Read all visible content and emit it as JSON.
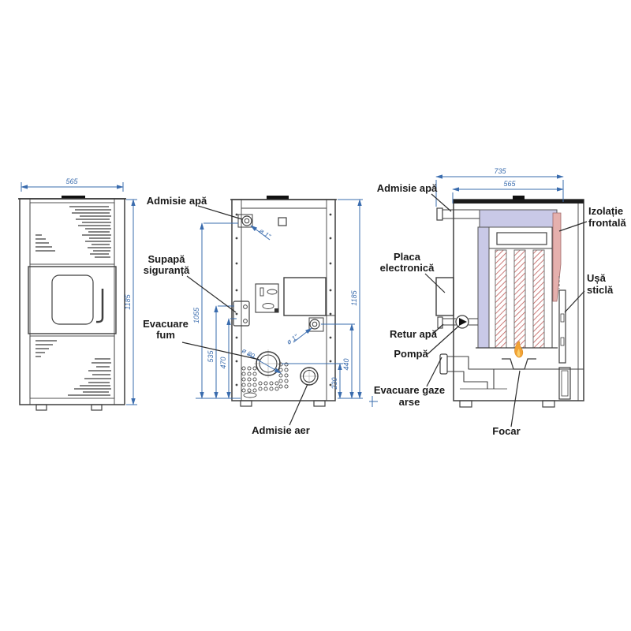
{
  "front_view": {
    "dim_width": "565",
    "dim_height": "1185"
  },
  "rear_view": {
    "label_water_inlet": "Admisie apă",
    "label_safety_valve_line1": "Supapă",
    "label_safety_valve_line2": "siguranță",
    "label_smoke_outlet_line1": "Evacuare",
    "label_smoke_outlet_line2": "fum",
    "label_air_inlet": "Admisie aer",
    "dim_1055": "1055",
    "dim_535": "535",
    "dim_470": "470",
    "dim_1185": "1185",
    "dim_440": "440",
    "dim_230": "230",
    "ann_top_fitting": "ø 1\"",
    "ann_side_fitting": "ø 1\"",
    "ann_flue": "ø 80"
  },
  "section_view": {
    "dim_depth_total": "735",
    "dim_depth_body": "565",
    "label_water_inlet": "Admisie apă",
    "label_board_line1": "Placa",
    "label_board_line2": "electronică",
    "label_return": "Retur apă",
    "label_pump": "Pompă",
    "label_exhaust_line1": "Evacuare gaze",
    "label_exhaust_line2": "arse",
    "label_insulation_line1": "Izolație",
    "label_insulation_line2": "frontală",
    "label_glass_door_line1": "Ușă",
    "label_glass_door_line2": "sticlă",
    "label_firepot": "Focar"
  },
  "colors": {
    "dimension_blue": "#3a6cae",
    "line_dark": "#3f3f3f",
    "water_jacket": "#c9c9e7",
    "insulation_pink": "#e5b0ad",
    "hatch_red": "#c05a58",
    "flame_orange": "#f2a235",
    "flame_yellow": "#fcd06a"
  }
}
